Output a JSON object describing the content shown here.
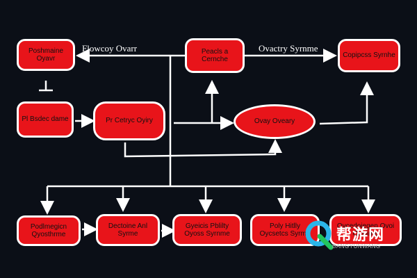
{
  "labels": {
    "flow_label": "Flowcoy Ovarr",
    "synth_label": "Ovactry Syrnme"
  },
  "nodes": {
    "top_left": "Poshmaine Oyavr",
    "top_center": "Peacls a Cernche",
    "top_right": "Copipcss Syrnhe",
    "mid_left": "Pl Bsdec dame",
    "mid_center": "Pr Cetryc Oyiry",
    "mid_oval": "Ovay Oveary",
    "bottom_1": "Podlmegicn Qyosthrme",
    "bottom_2": "Dectoine Anl Syrme",
    "bottom_3": "Gyeicis Pblilty Oyoss Syrnme",
    "bottom_4": "Poly Hitlly Oycsetcs Syrme",
    "bottom_5": "Ovcedoiegen Ovoi Ouviime"
  },
  "watermark": {
    "brand_cn": "帮游网",
    "brand_en": "BANGYUNWANG"
  },
  "colors": {
    "node_fill": "#e8141a",
    "node_border": "#ffffff",
    "line": "#ffffff",
    "background": "#0b0f17"
  }
}
